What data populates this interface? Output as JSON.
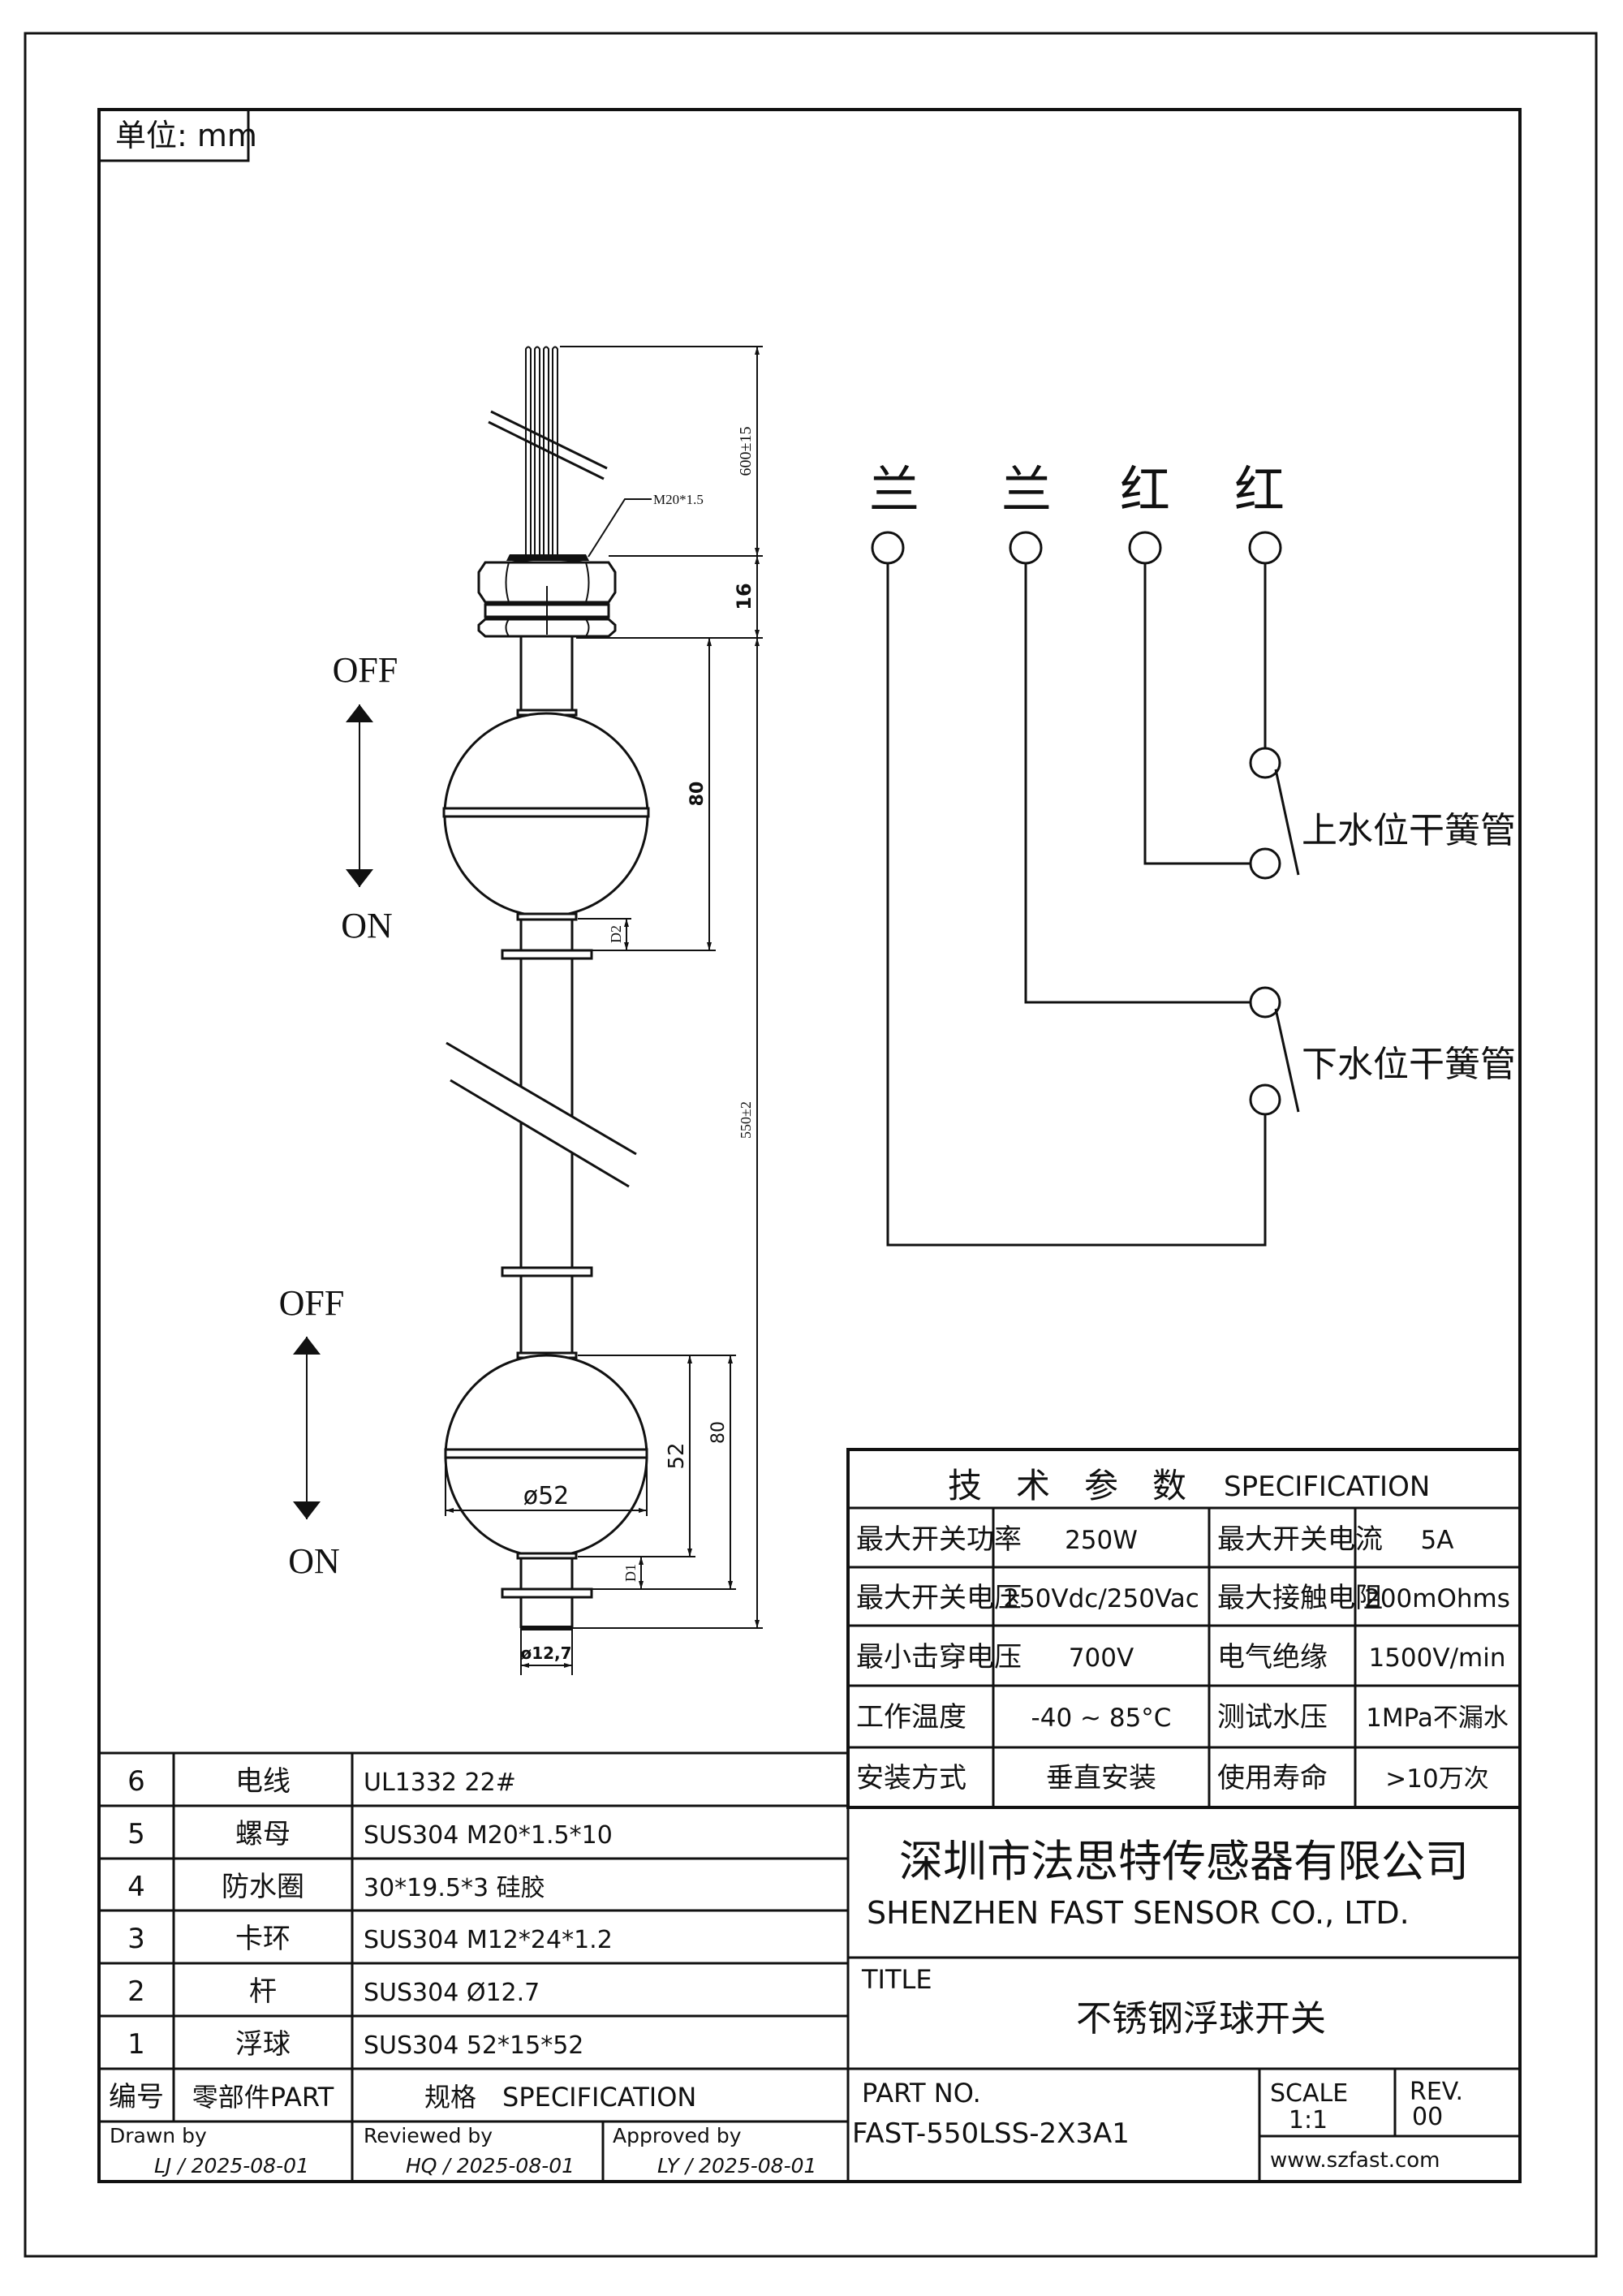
{
  "unit_label": "单位: mm",
  "drawing": {
    "wire_length": "600±15",
    "thread": "M20*1.5",
    "nut_height": "16",
    "upper_float_spacing": "80",
    "d2": "D2",
    "total_length": "550±2",
    "float_height": "52",
    "lower_float_spacing": "80",
    "d1": "D1",
    "float_diameter": "ø52",
    "stem_diameter": "ø12,7",
    "upper_off": "OFF",
    "upper_on": "ON",
    "lower_off": "OFF",
    "lower_on": "ON"
  },
  "wiring": {
    "wire_colors": [
      "兰",
      "兰",
      "红",
      "红"
    ],
    "upper_reed": "上水位干簧管",
    "lower_reed": "下水位干簧管"
  },
  "spec": {
    "title_cn": "技　术　参　数",
    "title_en": "SPECIFICATION",
    "rows": [
      [
        "最大开关功率",
        "250W",
        "最大开关电流",
        "5A"
      ],
      [
        "最大开关电压",
        "250Vdc/250Vac",
        "最大接触电阻",
        "200mOhms"
      ],
      [
        "最小击穿电压",
        "700V",
        "电气绝缘",
        "1500V/min"
      ],
      [
        "工作温度",
        "-40 ~ 85°C",
        "测试水压",
        "1MPa不漏水"
      ],
      [
        "安装方式",
        "垂直安装",
        "使用寿命",
        ">10万次"
      ]
    ]
  },
  "parts": {
    "rows": [
      {
        "no": "6",
        "name": "电线",
        "spec": "UL1332 22#"
      },
      {
        "no": "5",
        "name": "螺母",
        "spec": "SUS304  M20*1.5*10"
      },
      {
        "no": "4",
        "name": "防水圈",
        "spec": "30*19.5*3 硅胶"
      },
      {
        "no": "3",
        "name": "卡环",
        "spec": "SUS304 M12*24*1.2"
      },
      {
        "no": "2",
        "name": "杆",
        "spec": "SUS304 Ø12.7"
      },
      {
        "no": "1",
        "name": "浮球",
        "spec": "SUS304  52*15*52"
      }
    ],
    "header": {
      "no": "编号",
      "part": "零部件PART",
      "spec": "规格　SPECIFICATION"
    }
  },
  "signatures": {
    "drawn_label": "Drawn by",
    "drawn_value": "LJ / 2025-08-01",
    "reviewed_label": "Reviewed by",
    "reviewed_value": "HQ / 2025-08-01",
    "approved_label": "Approved by",
    "approved_value": "LY / 2025-08-01"
  },
  "title_block": {
    "company_cn": "深圳市法思特传感器有限公司",
    "company_en": "SHENZHEN FAST SENSOR CO., LTD.",
    "title_label": "TITLE",
    "title": "不锈钢浮球开关",
    "part_no_label": "PART NO.",
    "part_no": "FAST-550LSS-2X3A1",
    "scale_label": "SCALE",
    "scale": "1:1",
    "rev_label": "REV.",
    "rev": "00",
    "website": "www.szfast.com"
  }
}
